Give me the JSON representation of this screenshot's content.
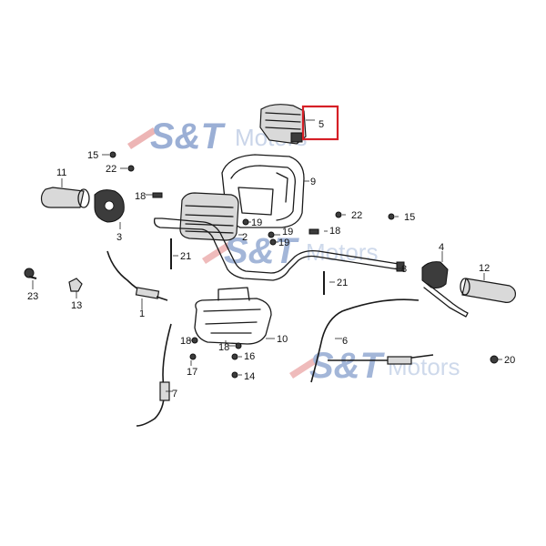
{
  "watermark": {
    "brand": "S&T",
    "suffix": "Motors",
    "brand_color": "#4a6fb3",
    "accent_color": "#e07a7a"
  },
  "highlight": {
    "label": "5",
    "color": "#d61f26"
  },
  "labels": [
    "1",
    "2",
    "3",
    "4",
    "5",
    "6",
    "7",
    "8",
    "9",
    "10",
    "11",
    "12",
    "13",
    "14",
    "15",
    "16",
    "17",
    "18",
    "19",
    "20",
    "21",
    "22",
    "23"
  ]
}
